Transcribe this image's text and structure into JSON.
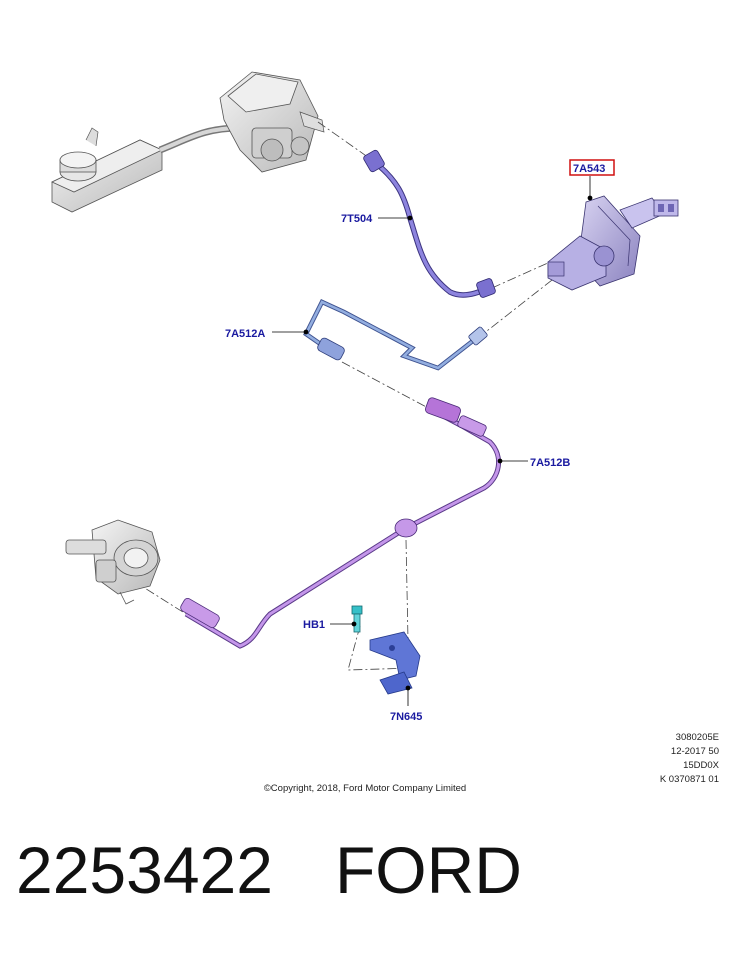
{
  "parts": {
    "master_cylinder": "7A543",
    "hose": "7T504",
    "pipe_upper": "7A512A",
    "pipe_lower": "7A512B",
    "bolt": "HB1",
    "bracket": "7N645"
  },
  "meta": {
    "line1": "3080205E",
    "line2": "12-2017 50",
    "line3": "15DD0X",
    "line4": "K 0370871 01"
  },
  "copyright": "©Copyright, 2018, Ford Motor Company Limited",
  "footer": {
    "part_number": "2253422",
    "brand": "FORD"
  },
  "colors": {
    "label": "#1a1aa0",
    "hose": "#7f74d8",
    "pipe_upper": "#7f9ad0",
    "pipe_lower": "#b078dc",
    "bracket": "#4c62c8",
    "highlight_box": "#d01010"
  }
}
